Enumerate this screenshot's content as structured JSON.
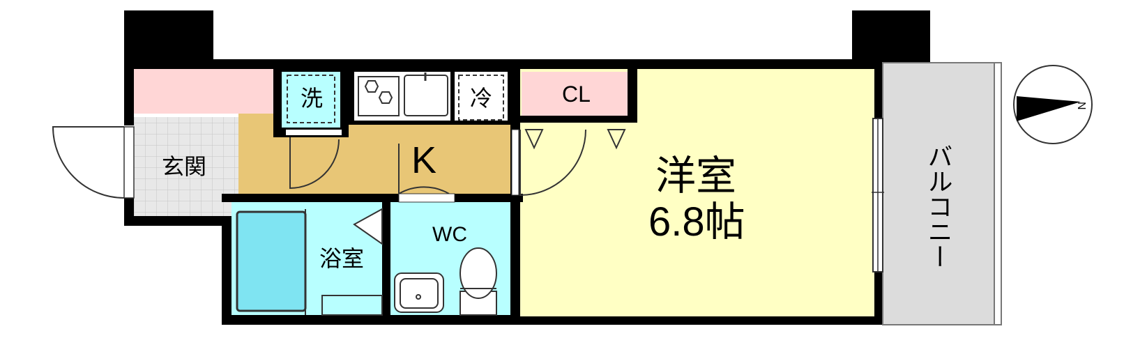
{
  "rooms": {
    "entrance": "玄関",
    "washer": "洗",
    "fridge": "冷",
    "kitchen": "K",
    "closet": "CL",
    "western_room": "洋室",
    "western_room_size": "6.8帖",
    "bathroom": "浴室",
    "toilet": "WC",
    "balcony": "バルコニー"
  },
  "compass": {
    "north_label": "N"
  },
  "colors": {
    "wall": "#000000",
    "kitchen_floor": "#E8C676",
    "western_floor": "#FFFFC4",
    "wet_area": "#B8FFFF",
    "pink_storage": "#FFD6D6",
    "entrance_tile": "#E6E6E6",
    "balcony": "#DCDCDC",
    "bathtub": "#7FE4F2"
  }
}
